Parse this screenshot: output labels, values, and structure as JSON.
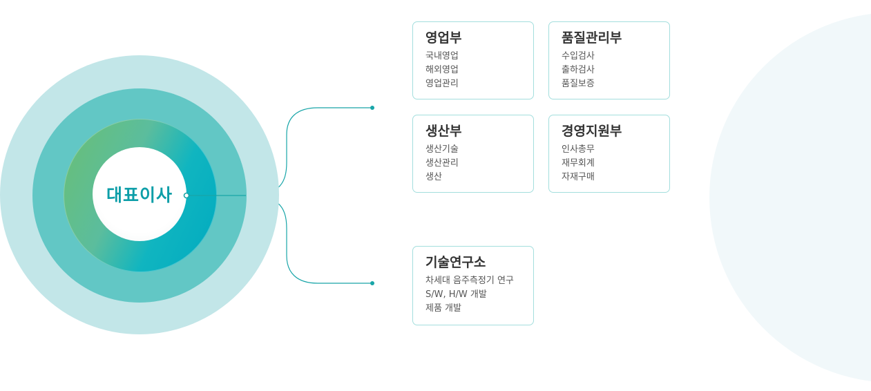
{
  "center": {
    "label": "대표이사"
  },
  "departments": [
    {
      "id": "sales",
      "title": "영업부",
      "items": [
        "국내영업",
        "해외영업",
        "영업관리"
      ]
    },
    {
      "id": "quality",
      "title": "품질관리부",
      "items": [
        "수입검사",
        "출하검사",
        "품질보증"
      ]
    },
    {
      "id": "production",
      "title": "생산부",
      "items": [
        "생산기술",
        "생산관리",
        "생산"
      ]
    },
    {
      "id": "management",
      "title": "경영지원부",
      "items": [
        "인사총무",
        "재무회계",
        "자재구매"
      ]
    },
    {
      "id": "rnd",
      "title": "기술연구소",
      "items": [
        "차세대 음주측정기 연구",
        "S/W, H/W 개발",
        "제품 개발"
      ]
    }
  ],
  "colors": {
    "accent": "#0d9ea8",
    "line": "#18a5a8",
    "ring_outer": "#c2e6e8",
    "ring_mid": "#62c7c5",
    "box_border": "#a3dedd"
  }
}
